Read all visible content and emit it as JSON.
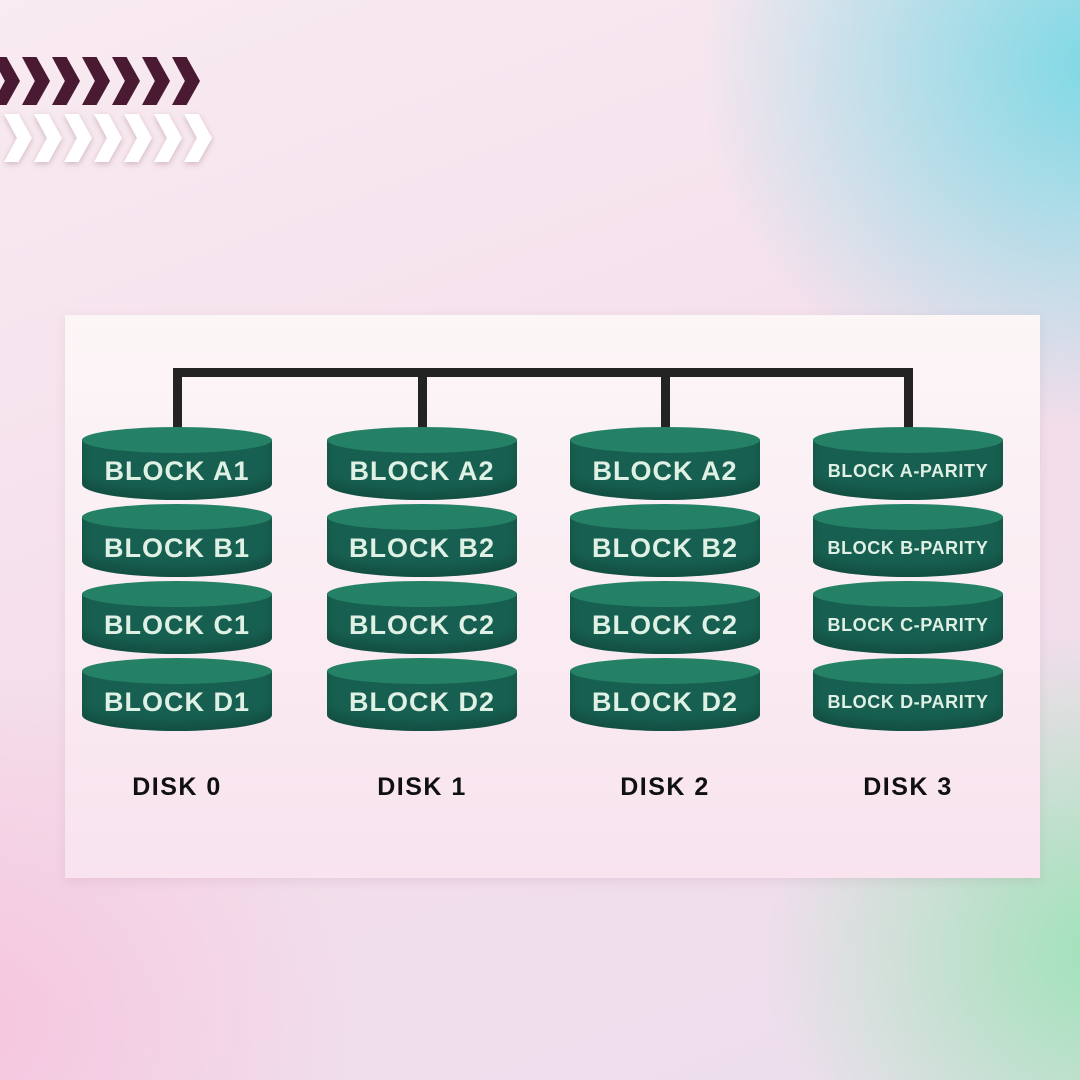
{
  "colors": {
    "chevron_dark": "#4a1a33",
    "chevron_light": "#ffffff",
    "cylinder_body": "#176051",
    "cylinder_rim": "#258166",
    "cylinder_text": "#dff0e4",
    "bus_line": "#232323",
    "disk_label": "#101010",
    "panel_bg_top": "#fcf6f7",
    "panel_bg_bottom": "#f8e3ee"
  },
  "diagram": {
    "type": "raid-storage-array",
    "disks": [
      {
        "label": "DISK 0",
        "blocks": [
          "BLOCK A1",
          "BLOCK B1",
          "BLOCK C1",
          "BLOCK D1"
        ]
      },
      {
        "label": "DISK 1",
        "blocks": [
          "BLOCK A2",
          "BLOCK B2",
          "BLOCK C2",
          "BLOCK D2"
        ]
      },
      {
        "label": "DISK 2",
        "blocks": [
          "BLOCK A2",
          "BLOCK B2",
          "BLOCK C2",
          "BLOCK D2"
        ]
      },
      {
        "label": "DISK 3",
        "blocks": [
          "BLOCK A-PARITY",
          "BLOCK B-PARITY",
          "BLOCK C-PARITY",
          "BLOCK D-PARITY"
        ]
      }
    ]
  }
}
